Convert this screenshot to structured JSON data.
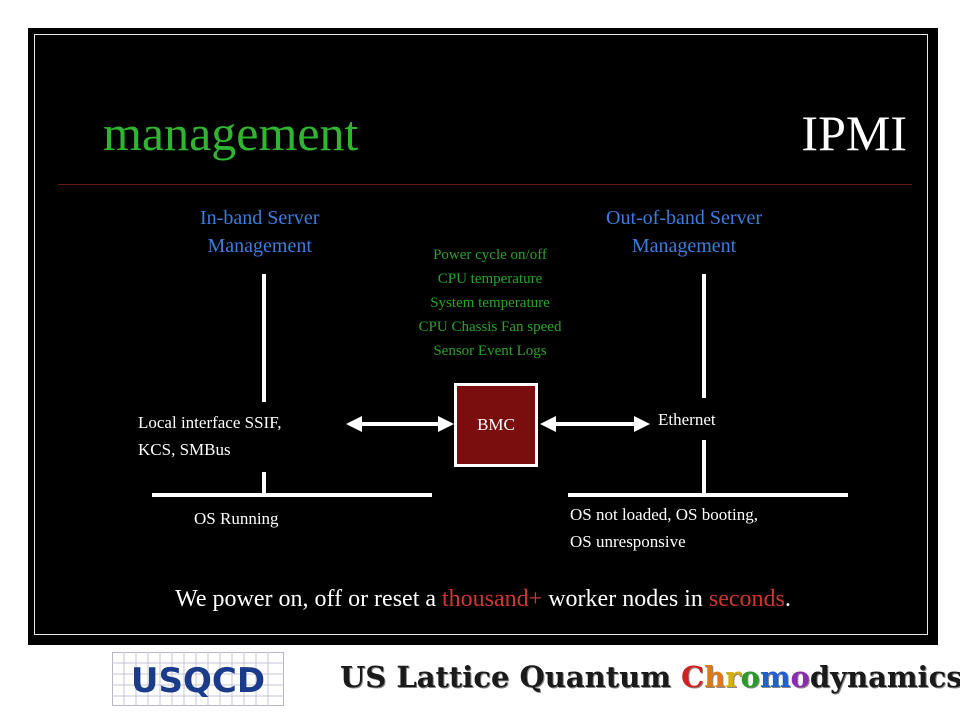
{
  "title": {
    "left": "management",
    "right": "IPMI"
  },
  "in_band": {
    "line1": "In-band Server",
    "line2": "Management"
  },
  "out_of_band": {
    "line1": "Out-of-band Server",
    "line2": "Management"
  },
  "bmc_features": [
    "Power cycle on/off",
    "CPU temperature",
    "System temperature",
    "CPU Chassis Fan speed",
    "Sensor Event Logs"
  ],
  "bmc_label": "BMC",
  "local_interface": {
    "line1": "Local interface  SSIF,",
    "line2": "KCS, SMBus"
  },
  "ethernet_label": "Ethernet",
  "os_running": "OS Running",
  "os_not_loaded": {
    "line1": "OS not loaded, OS booting,",
    "line2": "OS unresponsive"
  },
  "bottom_sentence": {
    "part1": "We power on, off or reset a ",
    "highlight1": "thousand+",
    "part2": " worker nodes in ",
    "highlight2": "seconds",
    "part3": "."
  },
  "footer": {
    "logo_text": "USQCD",
    "text_pre": "US Lattice Quantum ",
    "chromo_letters": [
      "C",
      "h",
      "r",
      "o",
      "m",
      "o"
    ],
    "text_post": "dynamics"
  },
  "colors": {
    "title_green": "#2fb52f",
    "blue_label": "#3b7ddd",
    "green_features": "#27a327",
    "bmc_box": "#7a0e0e",
    "highlight_red": "#d0362e",
    "chromo": [
      "#d12020",
      "#e07a10",
      "#d4b000",
      "#2a9a2a",
      "#2060d0",
      "#8a2ab0"
    ]
  }
}
